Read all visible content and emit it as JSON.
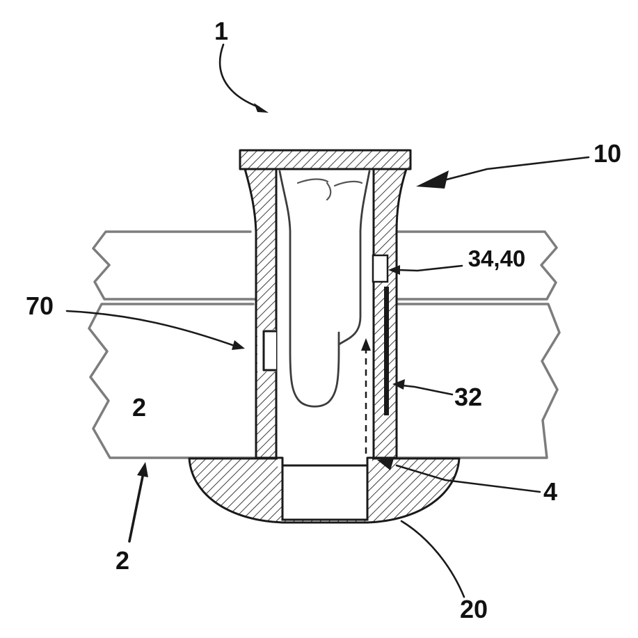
{
  "figure": {
    "background": "#ffffff",
    "colors": {
      "outline": "#1a1a1a",
      "panel_line": "#7d7d7d",
      "hatch_line": "#1a1a1a",
      "pin_line": "#3c3c3c"
    },
    "labels": {
      "assembly": "1",
      "sleeve": "10",
      "clip_window": "34,40",
      "recess": "70",
      "latch_arm": "32",
      "panel_upper": "2",
      "panel_lower": "2",
      "gap": "4",
      "bulb": "20"
    }
  }
}
